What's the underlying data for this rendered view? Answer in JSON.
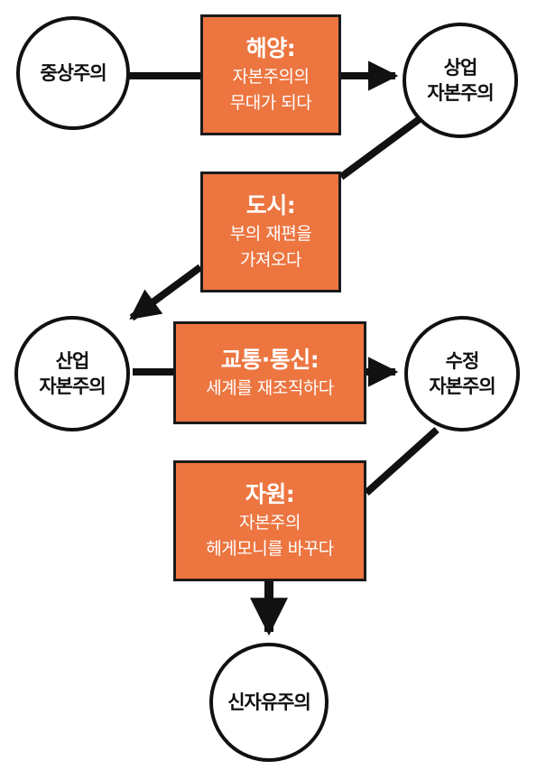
{
  "colors": {
    "box_fill": "#ec7540",
    "line": "#111111",
    "circle_fill": "#ffffff"
  },
  "nodes": {
    "mercantilism": "중상주의",
    "commercial": {
      "line1": "상업",
      "line2": "자본주의"
    },
    "industrial": {
      "line1": "산업",
      "line2": "자본주의"
    },
    "revised": {
      "line1": "수정",
      "line2": "자본주의"
    },
    "neoliberalism": "신자유주의"
  },
  "boxes": {
    "ocean": {
      "title": "해양:",
      "line1": "자본주의의",
      "line2": "무대가 되다"
    },
    "city": {
      "title": "도시:",
      "line1": "부의 재편을",
      "line2": "가져오다"
    },
    "transport": {
      "title": "교통·통신:",
      "line1": "세계를 재조직하다"
    },
    "resources": {
      "title": "자원:",
      "line1": "자본주의",
      "line2": "헤게모니를 바꾸다"
    }
  }
}
